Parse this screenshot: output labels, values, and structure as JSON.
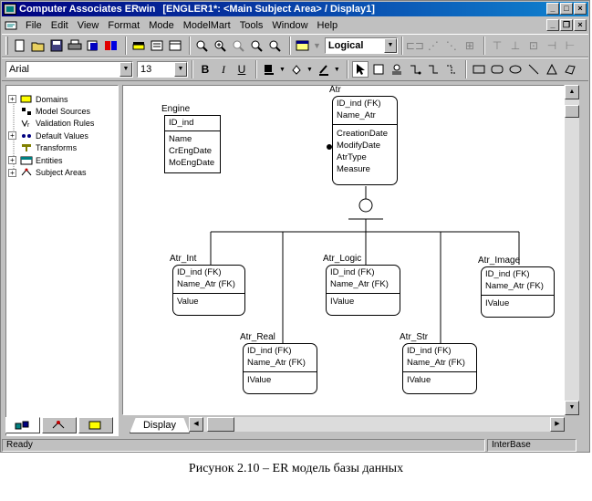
{
  "window": {
    "app_title": "Computer Associates ERwin",
    "doc_title": "[ENGLER1*: <Main Subject Area> / Display1]"
  },
  "menu": {
    "items": [
      "File",
      "Edit",
      "View",
      "Format",
      "Mode",
      "ModelMart",
      "Tools",
      "Window",
      "Help"
    ]
  },
  "toolbar": {
    "view_level": "Logical",
    "font_name": "Arial",
    "font_size": "13",
    "bold": "B",
    "italic": "I",
    "underline": "U"
  },
  "tree": {
    "items": [
      {
        "label": "Domains",
        "icon": "domains-icon"
      },
      {
        "label": "Model Sources",
        "icon": "model-sources-icon"
      },
      {
        "label": "Validation Rules",
        "icon": "validation-rules-icon"
      },
      {
        "label": "Default Values",
        "icon": "default-values-icon"
      },
      {
        "label": "Transforms",
        "icon": "transforms-icon"
      },
      {
        "label": "Entities",
        "icon": "entities-icon"
      },
      {
        "label": "Subject Areas",
        "icon": "subject-areas-icon"
      }
    ]
  },
  "diagram_tab": "Display",
  "entities": {
    "engine": {
      "name": "Engine",
      "keys": [
        "ID_ind"
      ],
      "attrs": [
        "Name",
        "CrEngDate",
        "MoEngDate"
      ]
    },
    "atr": {
      "name": "Atr",
      "keys": [
        "ID_ind (FK)",
        "Name_Atr"
      ],
      "attrs": [
        "CreationDate",
        "ModifyDate",
        "AtrType",
        "Measure"
      ]
    },
    "atr_int": {
      "name": "Atr_Int",
      "keys": [
        "ID_ind (FK)",
        "Name_Atr (FK)"
      ],
      "attrs": [
        "Value"
      ]
    },
    "atr_logic": {
      "name": "Atr_Logic",
      "keys": [
        "ID_ind (FK)",
        "Name_Atr (FK)"
      ],
      "attrs": [
        "IValue"
      ]
    },
    "atr_image": {
      "name": "Atr_Image",
      "keys": [
        "ID_ind (FK)",
        "Name_Atr (FK)"
      ],
      "attrs": [
        "IValue"
      ]
    },
    "atr_real": {
      "name": "Atr_Real",
      "keys": [
        "ID_ind (FK)",
        "Name_Atr (FK)"
      ],
      "attrs": [
        "IValue"
      ]
    },
    "atr_str": {
      "name": "Atr_Str",
      "keys": [
        "ID_ind (FK)",
        "Name_Atr (FK)"
      ],
      "attrs": [
        "IValue"
      ]
    }
  },
  "status": {
    "left": "Ready",
    "right": "InterBase"
  },
  "caption": "Рисунок  2.10 – ER модель базы данных"
}
